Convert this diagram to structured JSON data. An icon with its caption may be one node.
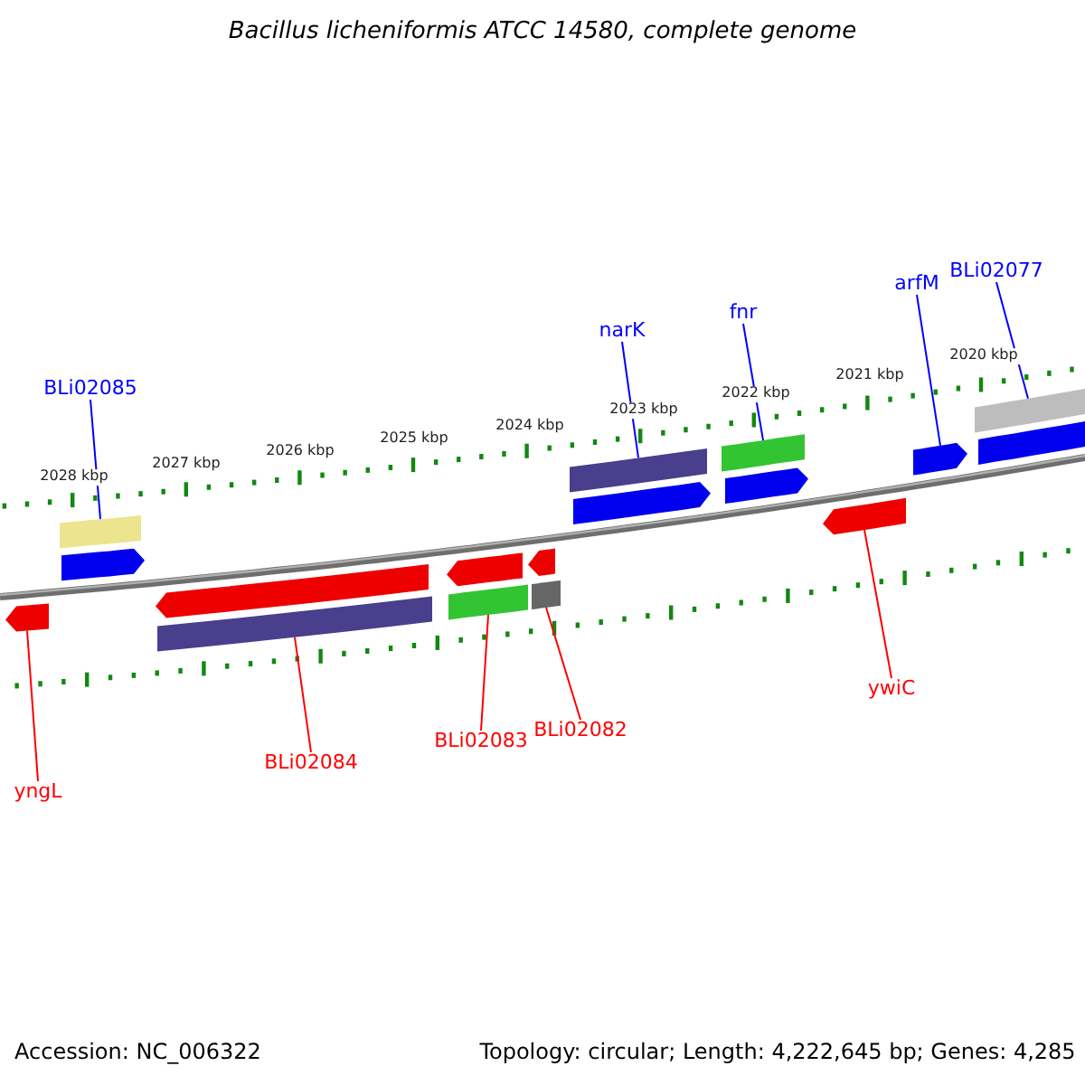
{
  "diagram": {
    "title": "Bacillus licheniformis ATCC 14580, complete genome",
    "nodes": [
      {
        "text": [
          "BLi02085"
        ]
      },
      {
        "text": [
          "narK"
        ]
      },
      {
        "text": [
          "fnr"
        ]
      },
      {
        "text": [
          "arfM"
        ]
      },
      {
        "text": [
          "BLi02077"
        ]
      },
      {
        "text": [
          "yngL"
        ]
      },
      {
        "text": [
          "BLi02084"
        ]
      },
      {
        "text": [
          "BLi02083"
        ]
      },
      {
        "text": [
          "BLi02082"
        ]
      },
      {
        "text": [
          "ywiC"
        ]
      },
      {
        "text": [],
        "shape": "bar"
      },
      {
        "text": [],
        "shape": "bar"
      },
      {
        "text": [],
        "shape": "bar"
      },
      {
        "text": [],
        "shape": "bar"
      },
      {
        "text": [],
        "shape": "bar"
      },
      {
        "text": [],
        "shape": "bar"
      },
      {
        "text": [],
        "shape": "bar"
      },
      {
        "text": [],
        "shape": "bar"
      },
      {
        "text": [],
        "shape": "bar"
      },
      {
        "text": [],
        "shape": "bar"
      },
      {
        "text": [],
        "shape": "bar"
      },
      {
        "text": [],
        "shape": "bar"
      },
      {
        "text": [],
        "shape": "bar"
      },
      {
        "text": [],
        "shape": "bar"
      },
      {
        "text": [],
        "shape": "bar"
      },
      {
        "text": [],
        "shape": "bar"
      },
      {
        "text": [],
        "shape": "bar"
      }
    ],
    "edges": [
      {
        "from": 0,
        "to": 10,
        "arrow": "none",
        "color": "#0000ff"
      },
      {
        "from": 1,
        "to": 19,
        "arrow": "none",
        "color": "#0000ff"
      },
      {
        "from": 2,
        "to": 21,
        "arrow": "none",
        "color": "#0000ff"
      },
      {
        "from": 3,
        "to": 24,
        "arrow": "none",
        "color": "#0000ff"
      },
      {
        "from": 4,
        "to": 25,
        "arrow": "none",
        "color": "#0000ff"
      },
      {
        "from": 5,
        "to": 12,
        "arrow": "none",
        "color": "#ff0000"
      },
      {
        "from": 6,
        "to": 14,
        "arrow": "none",
        "color": "#ff0000"
      },
      {
        "from": 7,
        "to": 16,
        "arrow": "none",
        "color": "#ff0000"
      },
      {
        "from": 8,
        "to": 18,
        "arrow": "none",
        "color": "#ff0000"
      },
      {
        "from": 9,
        "to": 23,
        "arrow": "none",
        "color": "#ff0000"
      }
    ],
    "labels": [
      "2028 kbp",
      "2027 kbp",
      "2026 kbp",
      "2025 kbp",
      "2024 kbp",
      "2023 kbp",
      "2022 kbp",
      "2021 kbp",
      "2020 kbp",
      "Accession: NC_006322",
      "Topology: circular; Length: 4,222,645 bp; Genes: 4,285"
    ]
  }
}
